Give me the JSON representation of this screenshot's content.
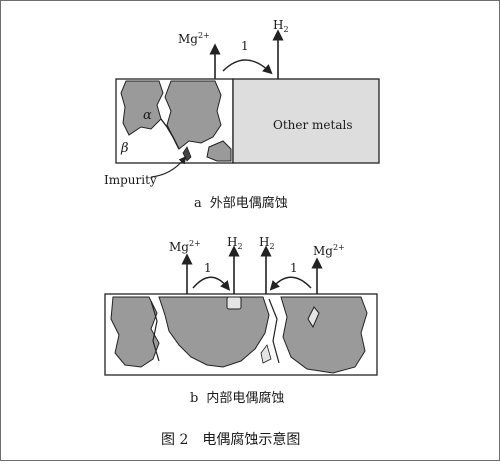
{
  "diagram_a": {
    "mg_label": "Mg",
    "mg_charge": "2+",
    "h2_label": "H",
    "h2_sub": "2",
    "arrow_number": "1",
    "alpha_label": "α",
    "beta_label": "β",
    "other_metals_label": "Other metals",
    "impurity_label": "Impurity",
    "caption_letter": "a",
    "caption_text": "外部电偶腐蚀"
  },
  "diagram_b": {
    "mg_left_label": "Mg",
    "mg_left_charge": "2+",
    "h2_left_label": "H",
    "h2_left_sub": "2",
    "h2_right_label": "H",
    "h2_right_sub": "2",
    "mg_right_label": "Mg",
    "mg_right_charge": "2+",
    "arrow_left_number": "1",
    "arrow_right_number": "1",
    "caption_letter": "b",
    "caption_text": "内部电偶腐蚀"
  },
  "figure_caption": {
    "number": "图 2",
    "title": "电偶腐蚀示意图"
  },
  "colors": {
    "grain_fill": "#9a9a9a",
    "other_metal_fill": "#dddddd",
    "line": "#222222"
  }
}
